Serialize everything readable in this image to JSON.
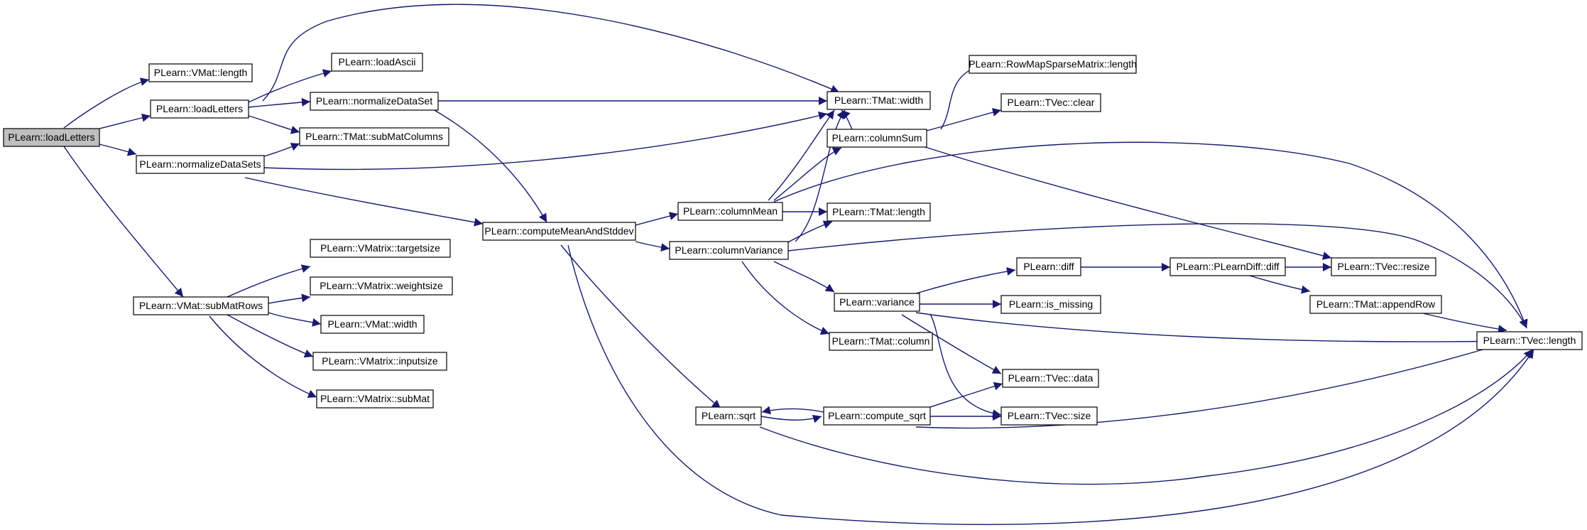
{
  "diagram": {
    "colors": {
      "edge": "#191970",
      "node_border": "#000000",
      "node_fill": "#ffffff",
      "root_fill": "#bfbfbf"
    },
    "nodes": {
      "loadLetters_root": "PLearn::loadLetters",
      "vmat_length": "PLearn::VMat::length",
      "loadLetters": "PLearn::loadLetters",
      "normalizeDataSets": "PLearn::normalizeDataSets",
      "vmat_subMatRows": "PLearn::VMat::subMatRows",
      "loadAscii": "PLearn::loadAscii",
      "normalizeDataSet": "PLearn::normalizeDataSet",
      "tmat_subMatColumns": "PLearn::TMat::subMatColumns",
      "computeMeanAndStddev": "PLearn::computeMeanAndStddev",
      "vmatrix_targetsize": "PLearn::VMatrix::targetsize",
      "vmatrix_weightsize": "PLearn::VMatrix::weightsize",
      "vmat_width": "PLearn::VMat::width",
      "vmatrix_inputsize": "PLearn::VMatrix::inputsize",
      "vmatrix_subMat": "PLearn::VMatrix::subMat",
      "tmat_width": "PLearn::TMat::width",
      "columnSum": "PLearn::columnSum",
      "columnMean": "PLearn::columnMean",
      "tmat_length": "PLearn::TMat::length",
      "columnVariance": "PLearn::columnVariance",
      "variance": "PLearn::variance",
      "tmat_column": "PLearn::TMat::column",
      "sqrt": "PLearn::sqrt",
      "compute_sqrt": "PLearn::compute_sqrt",
      "rowmap_length": "PLearn::RowMapSparseMatrix::length",
      "tvec_clear": "PLearn::TVec::clear",
      "diff": "PLearn::diff",
      "is_missing": "PLearn::is_missing",
      "tvec_data": "PLearn::TVec::data",
      "tvec_size": "PLearn::TVec::size",
      "plearndiff_diff": "PLearn::PLearnDiff::diff",
      "tvec_resize": "PLearn::TVec::resize",
      "tmat_appendRow": "PLearn::TMat::appendRow",
      "tvec_length": "PLearn::TVec::length"
    },
    "edges": [
      [
        "loadLetters_root",
        "vmat_length"
      ],
      [
        "loadLetters_root",
        "loadLetters"
      ],
      [
        "loadLetters_root",
        "normalizeDataSets"
      ],
      [
        "loadLetters_root",
        "vmat_subMatRows"
      ],
      [
        "loadLetters",
        "loadAscii"
      ],
      [
        "loadLetters",
        "normalizeDataSet"
      ],
      [
        "loadLetters",
        "tmat_subMatColumns"
      ],
      [
        "loadLetters",
        "tmat_width"
      ],
      [
        "normalizeDataSets",
        "tmat_subMatColumns"
      ],
      [
        "normalizeDataSets",
        "tmat_width"
      ],
      [
        "normalizeDataSets",
        "computeMeanAndStddev"
      ],
      [
        "normalizeDataSet",
        "tmat_width"
      ],
      [
        "normalizeDataSet",
        "computeMeanAndStddev"
      ],
      [
        "vmat_subMatRows",
        "vmatrix_targetsize"
      ],
      [
        "vmat_subMatRows",
        "vmatrix_weightsize"
      ],
      [
        "vmat_subMatRows",
        "vmat_width"
      ],
      [
        "vmat_subMatRows",
        "vmatrix_inputsize"
      ],
      [
        "vmat_subMatRows",
        "vmatrix_subMat"
      ],
      [
        "computeMeanAndStddev",
        "columnMean"
      ],
      [
        "computeMeanAndStddev",
        "columnVariance"
      ],
      [
        "computeMeanAndStddev",
        "sqrt"
      ],
      [
        "computeMeanAndStddev",
        "tvec_length"
      ],
      [
        "columnMean",
        "tmat_width"
      ],
      [
        "columnMean",
        "columnSum"
      ],
      [
        "columnMean",
        "tmat_length"
      ],
      [
        "columnMean",
        "tvec_length"
      ],
      [
        "columnSum",
        "tmat_width"
      ],
      [
        "columnSum",
        "rowmap_length"
      ],
      [
        "columnSum",
        "tvec_clear"
      ],
      [
        "columnSum",
        "tvec_resize"
      ],
      [
        "columnVariance",
        "tmat_width"
      ],
      [
        "columnVariance",
        "tmat_length"
      ],
      [
        "columnVariance",
        "tvec_length"
      ],
      [
        "columnVariance",
        "variance"
      ],
      [
        "columnVariance",
        "tmat_column"
      ],
      [
        "variance",
        "diff"
      ],
      [
        "variance",
        "is_missing"
      ],
      [
        "variance",
        "tvec_length"
      ],
      [
        "variance",
        "tvec_data"
      ],
      [
        "variance",
        "tvec_size"
      ],
      [
        "diff",
        "plearndiff_diff"
      ],
      [
        "plearndiff_diff",
        "tvec_resize"
      ],
      [
        "plearndiff_diff",
        "tmat_appendRow"
      ],
      [
        "tmat_appendRow",
        "tvec_length"
      ],
      [
        "sqrt",
        "compute_sqrt"
      ],
      [
        "sqrt",
        "tvec_length"
      ],
      [
        "compute_sqrt",
        "sqrt"
      ],
      [
        "compute_sqrt",
        "tvec_data"
      ],
      [
        "compute_sqrt",
        "tvec_size"
      ],
      [
        "compute_sqrt",
        "tvec_length"
      ]
    ]
  }
}
